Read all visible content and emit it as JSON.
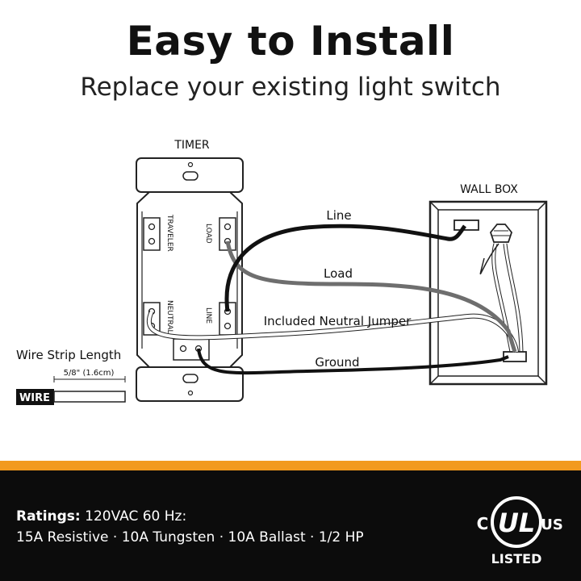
{
  "header": {
    "title": "Easy to Install",
    "subtitle": "Replace your existing light switch"
  },
  "diagram": {
    "timer_label": "TIMER",
    "wall_box_label": "WALL BOX",
    "terminals": {
      "traveler": "TRAVELER",
      "load": "LOAD",
      "neutral": "NEUTRAL",
      "line": "LINE"
    },
    "wires": {
      "line": "Line",
      "load": "Load",
      "neutral_jumper": "Included Neutral Jumper",
      "ground": "Ground"
    },
    "wire_strip": {
      "title": "Wire Strip Length",
      "measure": "5/8\" (1.6cm)",
      "wire_tag": "WIRE"
    },
    "colors": {
      "line_wire": "#111111",
      "load_wire": "#6e6e6e",
      "neutral_wire": "#ffffff",
      "accent": "#f29a1f"
    }
  },
  "footer": {
    "ratings_label": "Ratings:",
    "ratings_line1": " 120VAC 60 Hz:",
    "ratings_line2": "15A Resistive · 10A Tungsten · 10A Ballast · 1/2 HP",
    "cert": {
      "c": "C",
      "ul": "UL",
      "us": "US",
      "listed": "LISTED"
    }
  }
}
